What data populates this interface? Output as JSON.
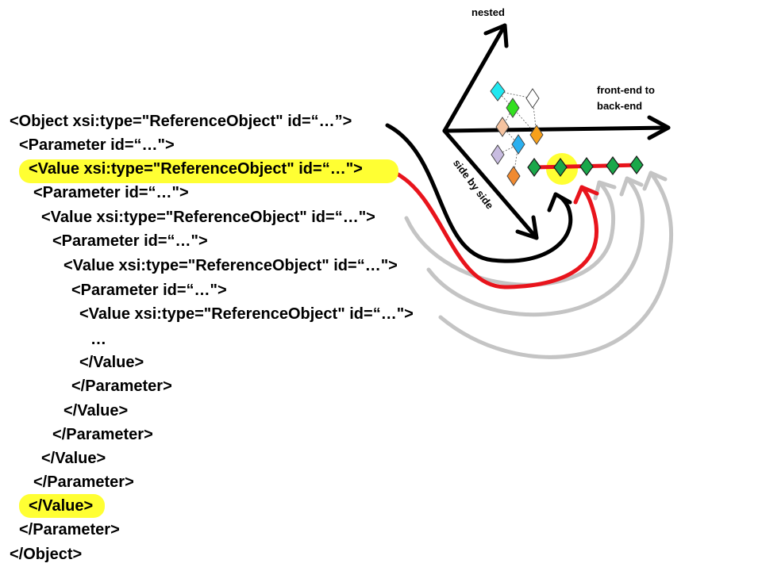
{
  "code_lines": [
    "<Object xsi:type=\"ReferenceObject\" id=“…”>",
    "<Parameter id=“…\">",
    "<Value xsi:type=\"ReferenceObject\" id=“…\">",
    "<Parameter id=“…\">",
    "<Value xsi:type=\"ReferenceObject\" id=“…\">",
    "<Parameter id=“…\">",
    "<Value xsi:type=\"ReferenceObject\" id=“…\">",
    "<Parameter id=“…\">",
    "<Value xsi:type=\"ReferenceObject\" id=“…\">",
    "…",
    "</Value>",
    "</Parameter>",
    "</Value>",
    "</Parameter>",
    "</Value>",
    "</Parameter>",
    "</Value>",
    "</Parameter>",
    "</Object>"
  ],
  "highlighted_lines": [
    2,
    16
  ],
  "labels": {
    "nested": "nested",
    "front_end_line1": "front-end to",
    "front_end_line2": "back-end",
    "side_by_side": "side by side"
  },
  "colors": {
    "highlight": "#ffff33",
    "red_arrow": "#e8141c",
    "gray_arrow": "#c4c4c4",
    "black": "#000000",
    "node_green": "#1aa84a",
    "node_cyan": "#20e8f0",
    "node_lime": "#33e020",
    "node_peach": "#f5c3a0",
    "node_orange": "#f7a01a",
    "node_blue": "#2bb0f0",
    "node_lavender": "#c8bce0",
    "node_orange2": "#f08a30"
  }
}
